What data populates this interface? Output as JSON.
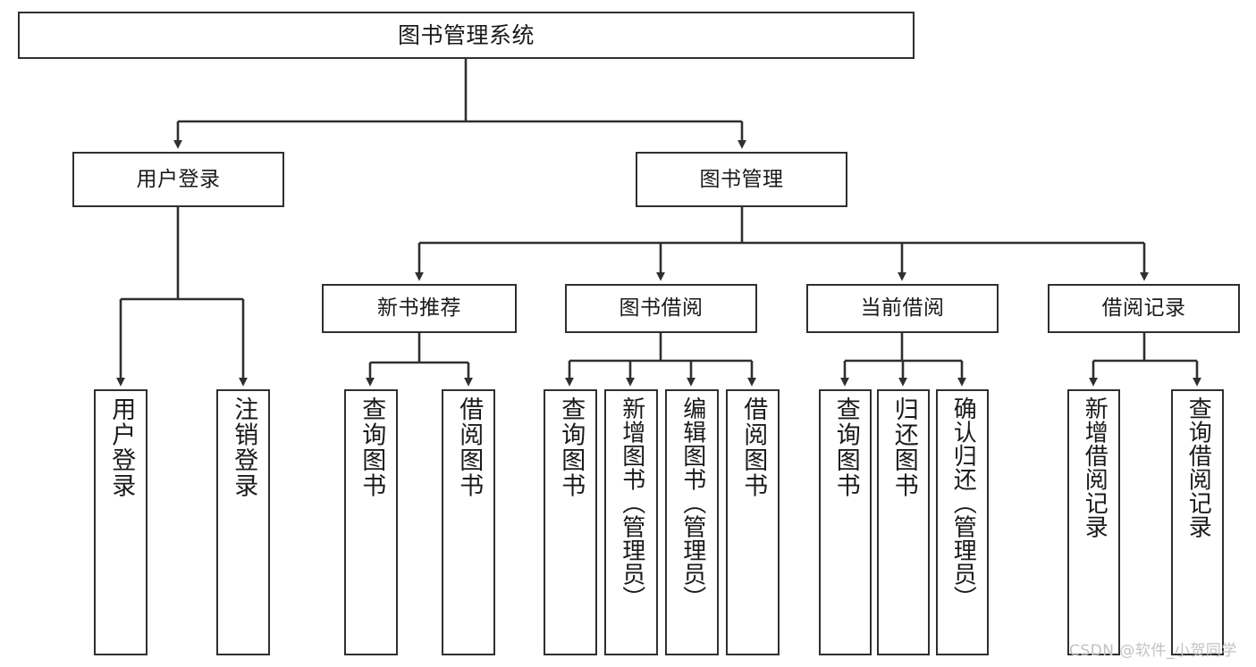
{
  "diagram": {
    "title_node": {
      "label": "图书管理系统"
    },
    "level2": [
      {
        "id": "user-login",
        "label": "用户登录"
      },
      {
        "id": "book-management",
        "label": "图书管理"
      }
    ],
    "level3": [
      {
        "id": "new-book-recommend",
        "label": "新书推荐"
      },
      {
        "id": "book-borrow",
        "label": "图书借阅"
      },
      {
        "id": "current-borrow",
        "label": "当前借阅"
      },
      {
        "id": "borrow-record",
        "label": "借阅记录"
      }
    ],
    "leaves": {
      "user_login": [
        {
          "id": "leaf-user-login",
          "label": "用户登录"
        },
        {
          "id": "leaf-logout-login",
          "label": "注销登录"
        }
      ],
      "new_book_recommend": [
        {
          "id": "leaf-query-book-1",
          "label": "查询图书"
        },
        {
          "id": "leaf-borrow-book-1",
          "label": "借阅图书"
        }
      ],
      "book_borrow": [
        {
          "id": "leaf-query-book-2",
          "label": "查询图书"
        },
        {
          "id": "leaf-add-book",
          "label": "新增图书（管理员）"
        },
        {
          "id": "leaf-edit-book",
          "label": "编辑图书（管理员）"
        },
        {
          "id": "leaf-borrow-book-2",
          "label": "借阅图书"
        }
      ],
      "current_borrow": [
        {
          "id": "leaf-query-book-3",
          "label": "查询图书"
        },
        {
          "id": "leaf-return-book",
          "label": "归还图书"
        },
        {
          "id": "leaf-confirm-return",
          "label": "确认归还（管理员）"
        }
      ],
      "borrow_record": [
        {
          "id": "leaf-add-record",
          "label": "新增借阅记录"
        },
        {
          "id": "leaf-query-record",
          "label": "查询借阅记录"
        }
      ]
    }
  },
  "watermark": {
    "text": "CSDN @软件_小贺同学"
  },
  "colors": {
    "box_border": "#2f2f2f",
    "box_fill": "#ffffff",
    "connector": "#2f2f2f",
    "text": "#1a1a1a",
    "watermark": "#c2c2c2",
    "background": "#ffffff"
  }
}
